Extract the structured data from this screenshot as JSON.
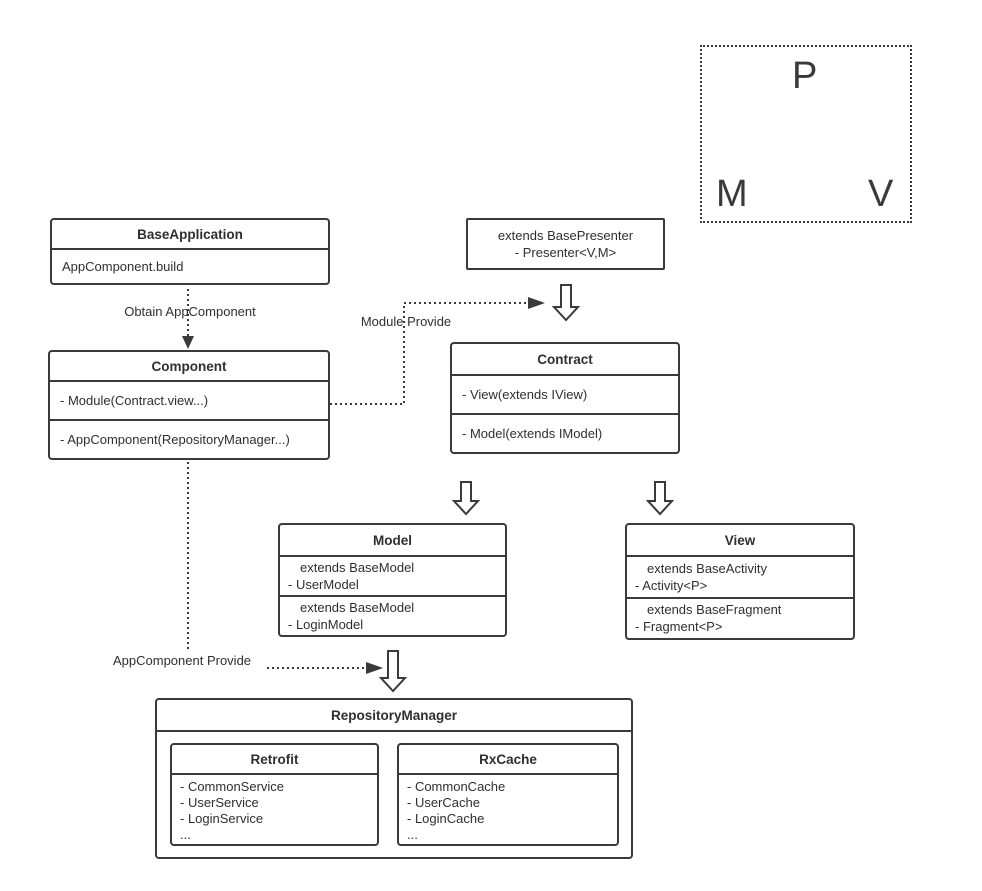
{
  "mvp": {
    "p": "P",
    "m": "M",
    "v": "V"
  },
  "base_application": {
    "title": "BaseApplication",
    "body": "AppComponent.build"
  },
  "component": {
    "title": "Component",
    "row1": "- Module(Contract.view...)",
    "row2": "- AppComponent(RepositoryManager...)"
  },
  "presenter_note": {
    "line1": "extends BasePresenter",
    "line2": "- Presenter<V,M>"
  },
  "contract": {
    "title": "Contract",
    "row1": "- View(extends IView)",
    "row2": "- Model(extends IModel)"
  },
  "model": {
    "title": "Model",
    "row1_line1": "extends BaseModel",
    "row1_line2": "- UserModel",
    "row2_line1": "extends BaseModel",
    "row2_line2": "- LoginModel"
  },
  "view": {
    "title": "View",
    "row1_line1": "extends BaseActivity",
    "row1_line2": "- Activity<P>",
    "row2_line1": "extends BaseFragment",
    "row2_line2": "- Fragment<P>"
  },
  "repository_manager": {
    "title": "RepositoryManager",
    "retrofit": {
      "title": "Retrofit",
      "items": [
        "- CommonService",
        "- UserService",
        "- LoginService",
        "..."
      ]
    },
    "rxcache": {
      "title": "RxCache",
      "items": [
        "- CommonCache",
        "- UserCache",
        "- LoginCache",
        "..."
      ]
    }
  },
  "labels": {
    "obtain": "Obtain AppComponent",
    "module_provide": "Module Provide",
    "appcomponent_provide": "AppComponent Provide"
  },
  "colors": {
    "line": "#3a3a3a",
    "text": "#2f2f2f",
    "background": "#ffffff"
  }
}
